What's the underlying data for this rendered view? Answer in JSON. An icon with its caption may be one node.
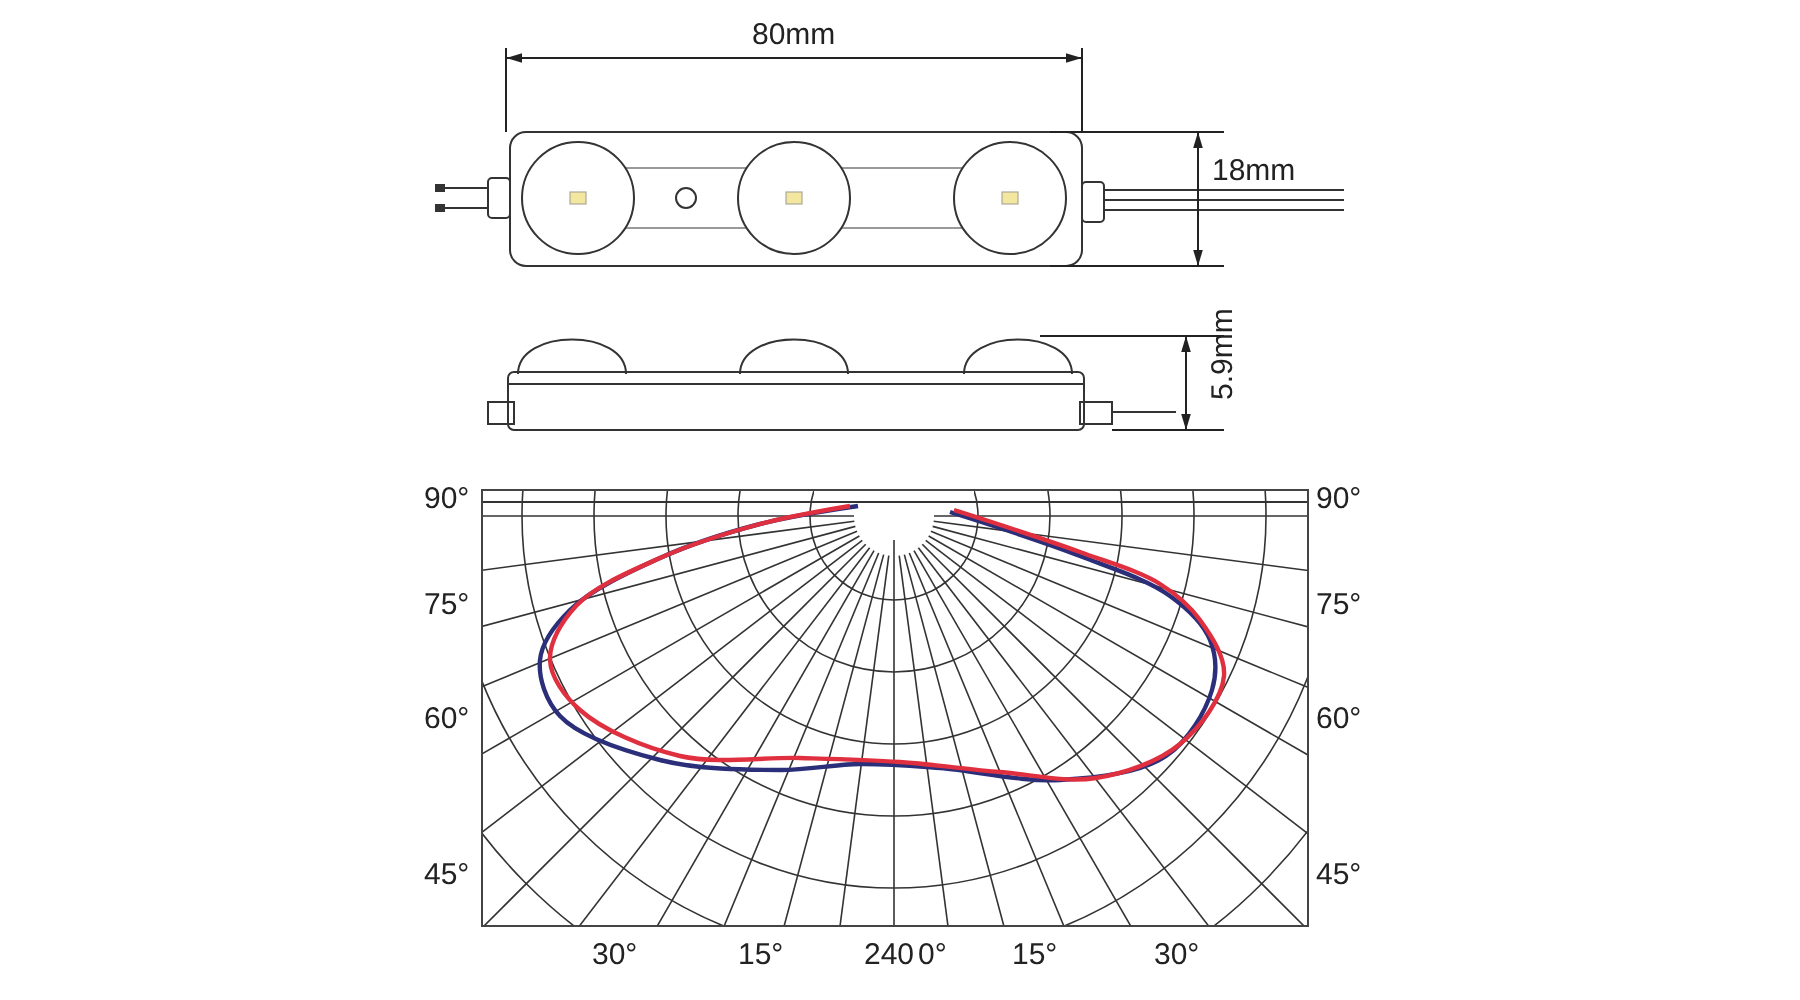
{
  "diagram": {
    "labels": [
      "80mm",
      "18mm",
      "5.9mm",
      "90°",
      "90°",
      "75°",
      "75°",
      "60°",
      "60°",
      "45°",
      "45°",
      "30°",
      "15°",
      "240",
      "0°",
      "15°",
      "30°"
    ]
  }
}
